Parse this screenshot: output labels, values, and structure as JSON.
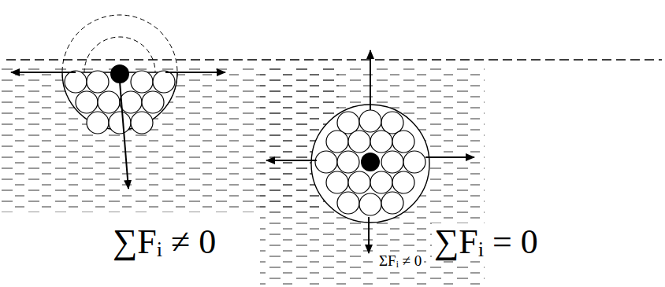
{
  "diagram": {
    "labels": [
      "∑Fᵢ ≠ 0",
      "ΣFᵢ ≠ 0",
      "∑Fᵢ = 0"
    ]
  }
}
